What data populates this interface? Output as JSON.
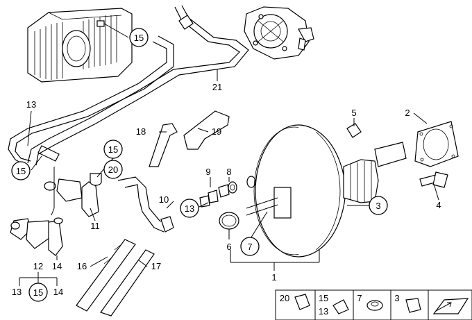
{
  "callouts": {
    "p1": "1",
    "p2": "2",
    "p3": "3",
    "p4": "4",
    "p5": "5",
    "p6": "6",
    "p7": "7",
    "p8": "8",
    "p9": "9",
    "p10": "10",
    "p11": "11",
    "p12": "12",
    "p13a": "13",
    "p13b": "13",
    "p13c": "13",
    "p14a": "14",
    "p14b": "14",
    "p15a": "15",
    "p15b": "15",
    "p15c": "15",
    "p15d": "15",
    "p16": "16",
    "p17": "17",
    "p18": "18",
    "p19": "19",
    "p20": "20",
    "p21": "21"
  },
  "legend": {
    "l20": "20",
    "l15": "15",
    "l13": "13",
    "l7": "7",
    "l3": "3"
  }
}
